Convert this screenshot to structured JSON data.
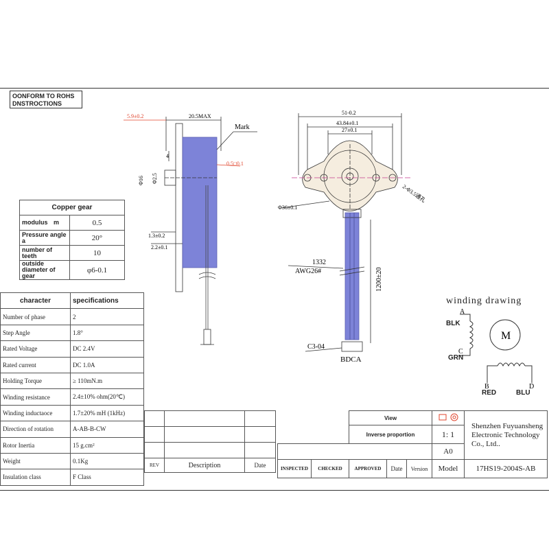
{
  "notice": {
    "line1": "OONFORM TO ROHS",
    "line2": "DNSTROCTIONS"
  },
  "gear_table": {
    "title": "Copper gear",
    "rows": [
      {
        "label": "modulus",
        "symbol": "m",
        "value": "0.5"
      },
      {
        "label": "Pressure angle",
        "symbol": "a",
        "value": "20°"
      },
      {
        "label": "number of teeth",
        "symbol": "",
        "value": "10"
      },
      {
        "label": "outside diameter of gear",
        "symbol": "",
        "value": "φ6-0.1"
      }
    ]
  },
  "spec_table": {
    "header_left": "character",
    "header_right": "specifications",
    "rows": [
      {
        "k": "Number of phase",
        "v": "2"
      },
      {
        "k": "Step Angle",
        "v": "1.8°"
      },
      {
        "k": "Rated Voltage",
        "v": "DC  2.4V"
      },
      {
        "k": "Rated current",
        "v": "DC  1.0A"
      },
      {
        "k": "Holding Torque",
        "v": "≥ 110mN.m"
      },
      {
        "k": "Winding resistance",
        "v": "2.4±10% ohm(20℃)"
      },
      {
        "k": "Winding inductaoce",
        "v": "1.7±20% mH (1kHz)"
      },
      {
        "k": "Direction of rotation",
        "v": "A-AB-B-CW"
      },
      {
        "k": "Rotor Inertia",
        "v": "15  g.cm²"
      },
      {
        "k": "Weight",
        "v": "0.1Kg"
      },
      {
        "k": "Insulation class",
        "v": "F Class"
      }
    ]
  },
  "drawing_left": {
    "dim_top_red": "5.9±0.2",
    "dim_top": "20.5MAX",
    "mark": "Mark",
    "dim_red2": "0.5□0.1",
    "dim_4": "4",
    "dim_16": "Φ16",
    "dim_25": "Φ2.5",
    "dim_13": "1.3±0.2",
    "dim_22": "2.2±0.1"
  },
  "drawing_right": {
    "dim_51": "51-0.2",
    "dim_4384": "43.84±0.1",
    "dim_27": "27±0.1",
    "dim_holes": "2-Φ3.5通孔",
    "dim_36": "Φ36±0.1",
    "wire1": "1332",
    "wire2": "AWG26#",
    "length": "1200±20",
    "connector": "C3-04",
    "order": "BDCA"
  },
  "winding": {
    "title": "winding drawing",
    "a_letter": "A",
    "a_color": "BLK",
    "c_letter": "C",
    "c_color": "GRN",
    "b_letter": "B",
    "b_color": "RED",
    "d_letter": "D",
    "d_color": "BLU",
    "motor": "M"
  },
  "title_block": {
    "rev": "REV",
    "description": "Description",
    "date": "Date",
    "view": "View",
    "inverse": "Inverse proportion",
    "ratio": "1: 1",
    "company1": "Shenzhen Fuyuansheng",
    "company2": "Electronic Technology",
    "company3": "Co., Ltd..",
    "rev_value": "A0",
    "inspected": "INSPECTED",
    "checked": "CHECKED",
    "approved": "APPROVED",
    "date2": "Date",
    "version": "Version",
    "model_label": "Model",
    "model": "17HS19-2004S-AB"
  },
  "colors": {
    "accent_red": "#e0442d",
    "wire_blue": "#7d83d8",
    "line": "#333333"
  }
}
